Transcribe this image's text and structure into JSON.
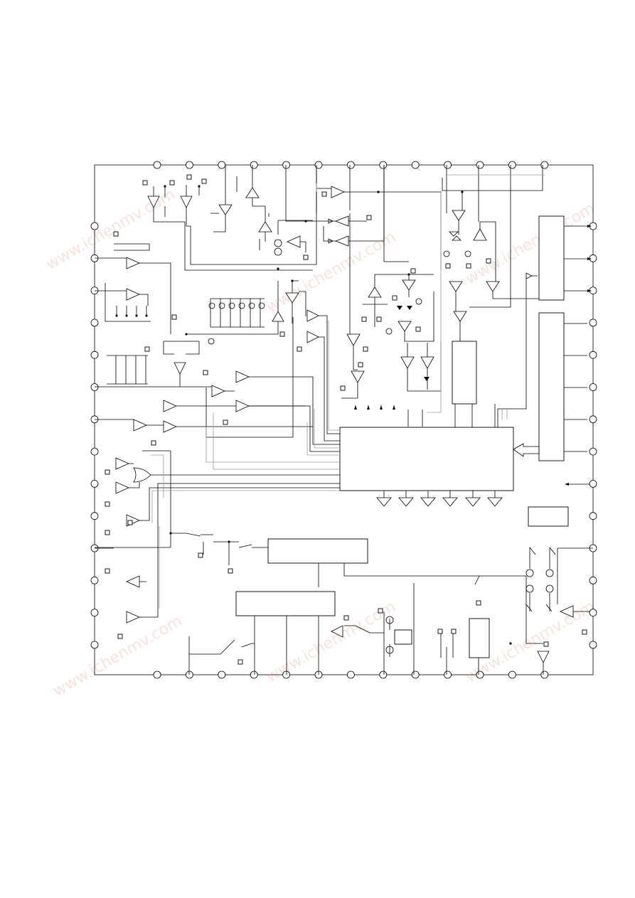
{
  "page": {
    "background": "#ffffff",
    "line_color": "#000000",
    "bus_color": "#9a9a9a"
  },
  "diagram": {
    "kind": "ic-block-diagram",
    "top_pin_count": 13,
    "bottom_pin_count": 13,
    "left_pin_count": 14,
    "right_pin_count": 14
  },
  "watermark": {
    "color": "#e8b0a6"
  }
}
